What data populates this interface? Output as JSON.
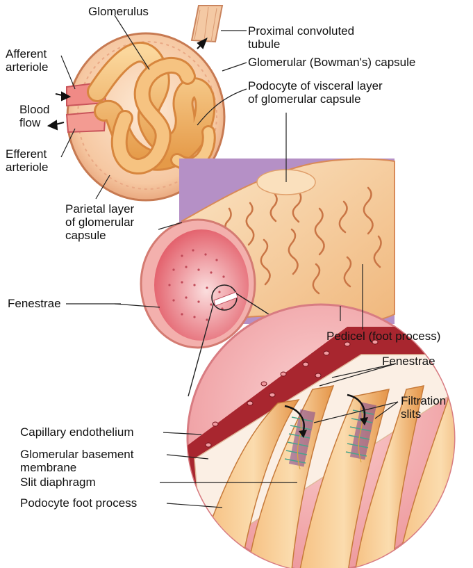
{
  "labels": {
    "glomerulus": "Glomerulus",
    "proximal_tubule": "Proximal convoluted\ntubule",
    "bowmans_capsule": "Glomerular (Bowman's) capsule",
    "afferent": "Afferent\narteriole",
    "podocyte_visceral": "Podocyte of visceral layer\nof glomerular capsule",
    "blood_flow": "Blood\nflow",
    "efferent": "Efferent\narteriole",
    "parietal": "Parietal layer\nof glomerular\ncapsule",
    "fenestrae_left": "Fenestrae",
    "pedicel": "Pedicel (foot process)",
    "fenestrae_zoom": "Fenestrae",
    "filtration_slits": "Filtration\nslits",
    "capillary_endothelium": "Capillary endothelium",
    "basement_membrane": "Glomerular basement\nmembrane",
    "slit_diaphragm": "Slit diaphragm",
    "podocyte_foot": "Podocyte foot process"
  },
  "colors": {
    "capsule": "#e8a37a",
    "glomerulus_loop": "#f2b565",
    "vessel": "#f07d7d",
    "background_panel": "#b58fc4",
    "zoom_circle": "#f3b6b6",
    "endothelium": "#a8262f",
    "podocyte": "#f0a75a"
  }
}
